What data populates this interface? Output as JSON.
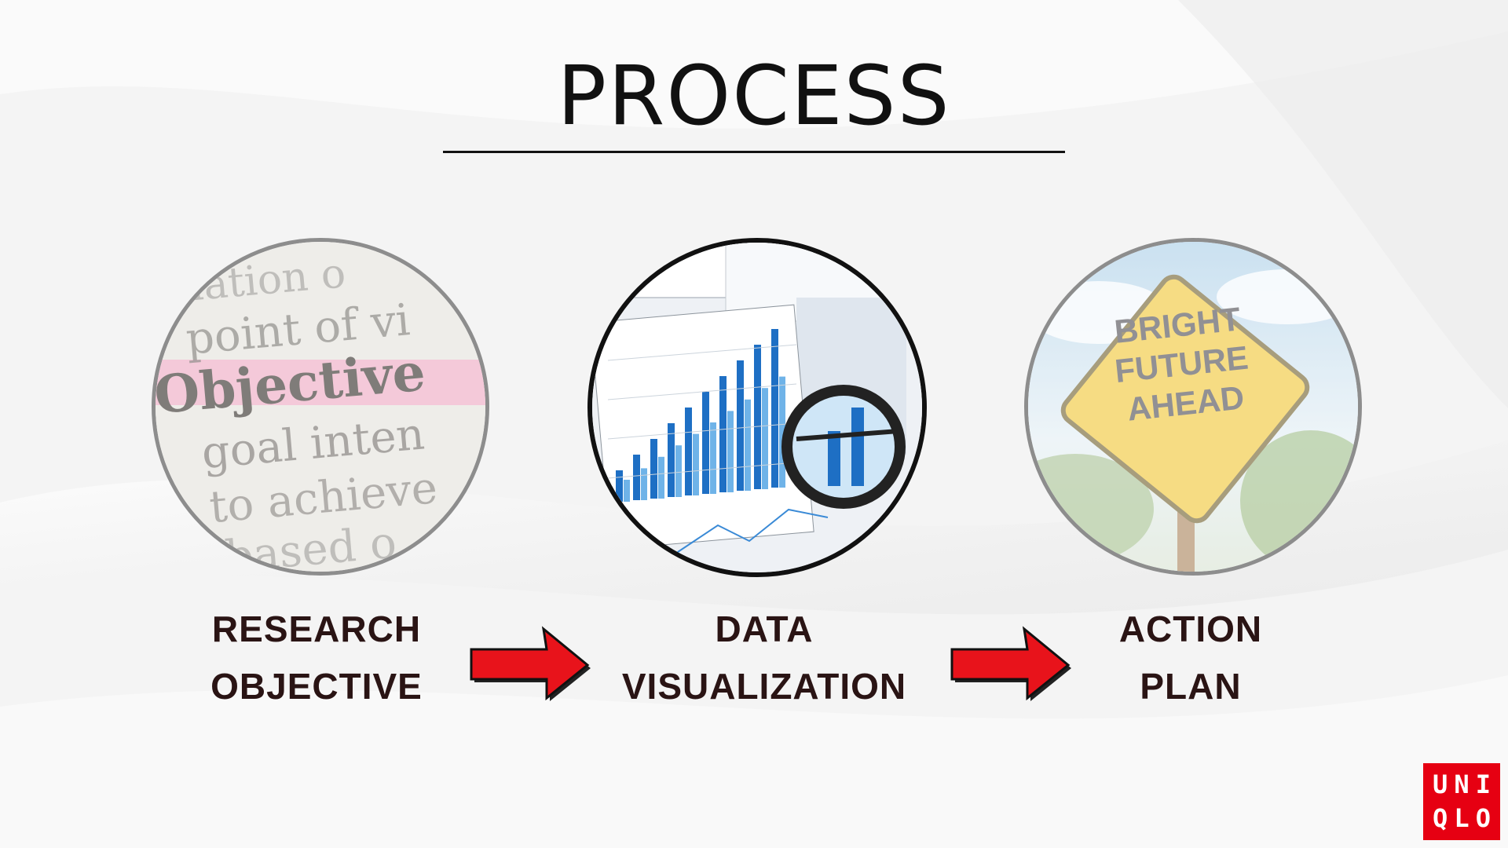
{
  "slide": {
    "title": "PROCESS",
    "steps": [
      {
        "line1": "RESEARCH",
        "line2": "OBJECTIVE",
        "image": "dictionary-objective-closeup"
      },
      {
        "line1": "DATA",
        "line2": "VISUALIZATION",
        "image": "bar-chart-magnifier"
      },
      {
        "line1": "ACTION",
        "line2": "PLAN",
        "image": "road-sign-bright-future"
      }
    ],
    "dictionary_words": [
      "relation o",
      "point of vi",
      "Objective",
      "goal inten",
      "to achieve",
      "based o"
    ],
    "sign_text": [
      "BRIGHT",
      "FUTURE",
      "AHEAD"
    ],
    "brand_logo": [
      "U",
      "N",
      "I",
      "Q",
      "L",
      "O"
    ]
  },
  "colors": {
    "arrow": "#e8131b",
    "logo": "#e60012",
    "label": "#2a1414",
    "highlight": "#f3a7c4"
  },
  "icons": {
    "arrow": "right-arrow-icon"
  }
}
